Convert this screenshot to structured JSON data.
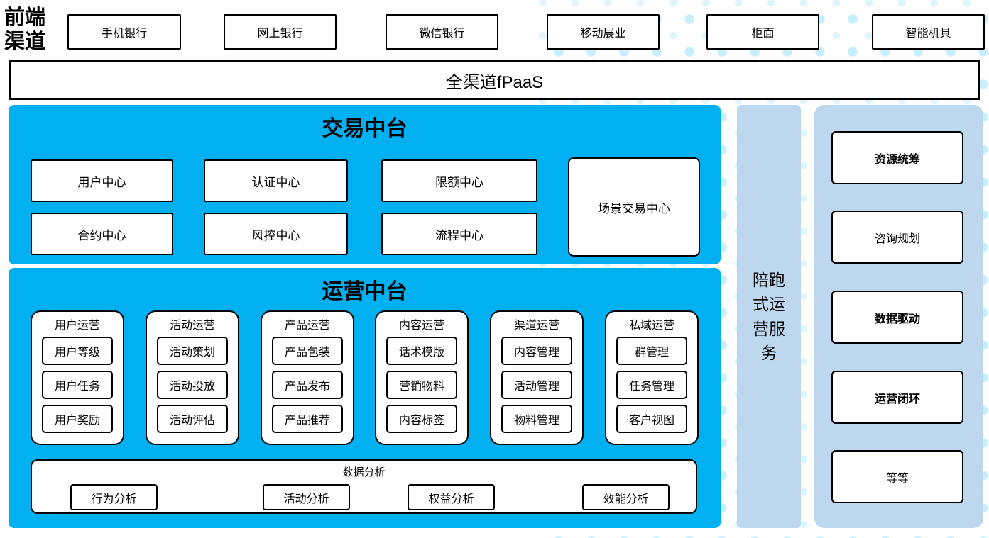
{
  "front_channels": {
    "label": "前端渠道",
    "items": [
      {
        "label": "手机银行"
      },
      {
        "label": "网上银行"
      },
      {
        "label": "微信银行"
      },
      {
        "label": "移动展业"
      },
      {
        "label": "柜面"
      },
      {
        "label": "智能机具"
      }
    ]
  },
  "fpaas": {
    "label": "全渠道fPaaS"
  },
  "trading_platform": {
    "title": "交易中台",
    "centers": [
      "用户中心",
      "认证中心",
      "限额中心",
      "合约中心",
      "风控中心",
      "流程中心"
    ],
    "scene_center": "场景交易中心"
  },
  "operations_platform": {
    "title": "运营中台",
    "groups": [
      {
        "title": "用户运营",
        "items": [
          "用户等级",
          "用户任务",
          "用户奖励"
        ]
      },
      {
        "title": "活动运营",
        "items": [
          "活动策划",
          "活动投放",
          "活动评估"
        ]
      },
      {
        "title": "产品运营",
        "items": [
          "产品包装",
          "产品发布",
          "产品推荐"
        ]
      },
      {
        "title": "内容运营",
        "items": [
          "话术模版",
          "营销物料",
          "内容标签"
        ]
      },
      {
        "title": "渠道运营",
        "items": [
          "内容管理",
          "活动管理",
          "物料管理"
        ]
      },
      {
        "title": "私域运营",
        "items": [
          "群管理",
          "任务管理",
          "客户视图"
        ]
      }
    ],
    "data_analysis": {
      "title": "数据分析",
      "items": [
        "行为分析",
        "活动分析",
        "权益分析",
        "效能分析"
      ]
    }
  },
  "companion_service": {
    "label": "陪跑式运营服务"
  },
  "right_panel": {
    "items": [
      {
        "label": "资源统筹"
      },
      {
        "label": "咨询规划"
      },
      {
        "label": "数据驱动"
      },
      {
        "label": "运营闭环"
      },
      {
        "label": "等等"
      }
    ]
  },
  "colors": {
    "accent_blue": "#00B0F0",
    "light_blue": "#BDD7EE"
  }
}
